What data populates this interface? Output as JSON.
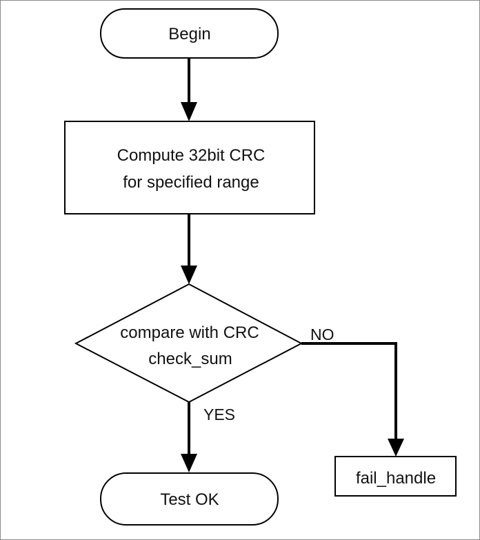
{
  "diagram": {
    "nodes": {
      "begin": {
        "label": "Begin"
      },
      "compute": {
        "lines": [
          "Compute 32bit CRC",
          "for specified range"
        ]
      },
      "compare": {
        "lines": [
          "compare with CRC",
          "check_sum"
        ]
      },
      "test_ok": {
        "label": "Test OK"
      },
      "fail_handle": {
        "label": "fail_handle"
      }
    },
    "edges": {
      "no_label": "NO",
      "yes_label": "YES"
    },
    "colors": {
      "stroke": "#000000",
      "fill": "#ffffff",
      "frame": "#8a8a8a"
    }
  }
}
